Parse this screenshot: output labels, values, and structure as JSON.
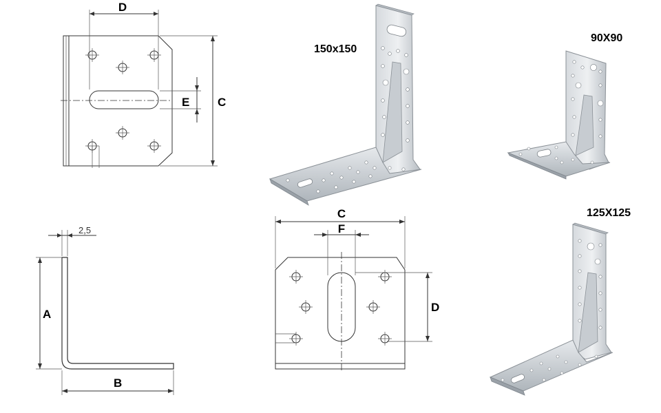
{
  "labels": {
    "front_view": {
      "d": "D",
      "e": "E",
      "c": "C"
    },
    "side_view": {
      "thickness": "2,5",
      "a": "A",
      "b": "B"
    },
    "bottom_view": {
      "c": "C",
      "f": "F",
      "d": "D"
    },
    "products": {
      "large": "150x150",
      "small": "90X90",
      "medium": "125X125"
    }
  },
  "colors": {
    "line": "#333333",
    "metal_light": "#e3e6e9",
    "metal_mid": "#c4c9ce",
    "metal_dark": "#9aa1a8"
  }
}
